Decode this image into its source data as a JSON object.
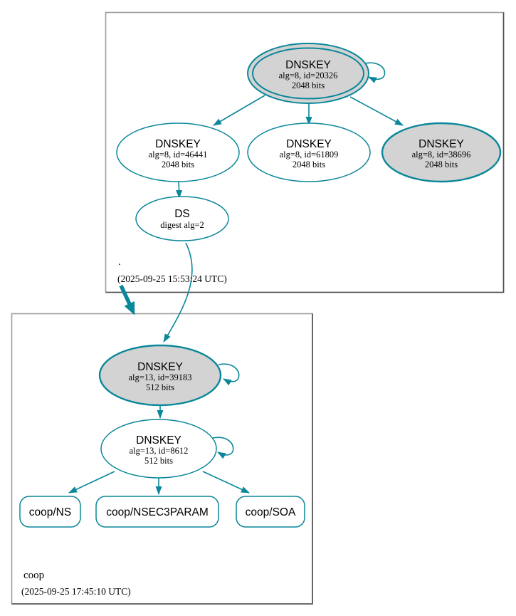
{
  "diagram": {
    "type": "dnssec-authentication-chain",
    "colors": {
      "edge_secure": "#0a879a",
      "sep_key_fill": "#d3d3d3",
      "plain_key_fill": "#ffffff",
      "box_border_light": "#9c9c9c",
      "box_border_dark": "#4f4f4f"
    }
  },
  "root_zone": {
    "label": ".",
    "timestamp": "(2025-09-25 15:53:24 UTC)",
    "ksk": {
      "title": "DNSKEY",
      "detail": "alg=8, id=20326",
      "size": "2048 bits"
    },
    "zsk1": {
      "title": "DNSKEY",
      "detail": "alg=8, id=46441",
      "size": "2048 bits"
    },
    "zsk2": {
      "title": "DNSKEY",
      "detail": "alg=8, id=61809",
      "size": "2048 bits"
    },
    "key3": {
      "title": "DNSKEY",
      "detail": "alg=8, id=38696",
      "size": "2048 bits"
    },
    "ds": {
      "title": "DS",
      "detail": "digest alg=2"
    }
  },
  "coop_zone": {
    "label": "coop",
    "timestamp": "(2025-09-25 17:45:10 UTC)",
    "ksk": {
      "title": "DNSKEY",
      "detail": "alg=13, id=39183",
      "size": "512 bits"
    },
    "zsk": {
      "title": "DNSKEY",
      "detail": "alg=13, id=8612",
      "size": "512 bits"
    },
    "rrsets": {
      "ns": "coop/NS",
      "nsec3param": "coop/NSEC3PARAM",
      "soa": "coop/SOA"
    }
  }
}
